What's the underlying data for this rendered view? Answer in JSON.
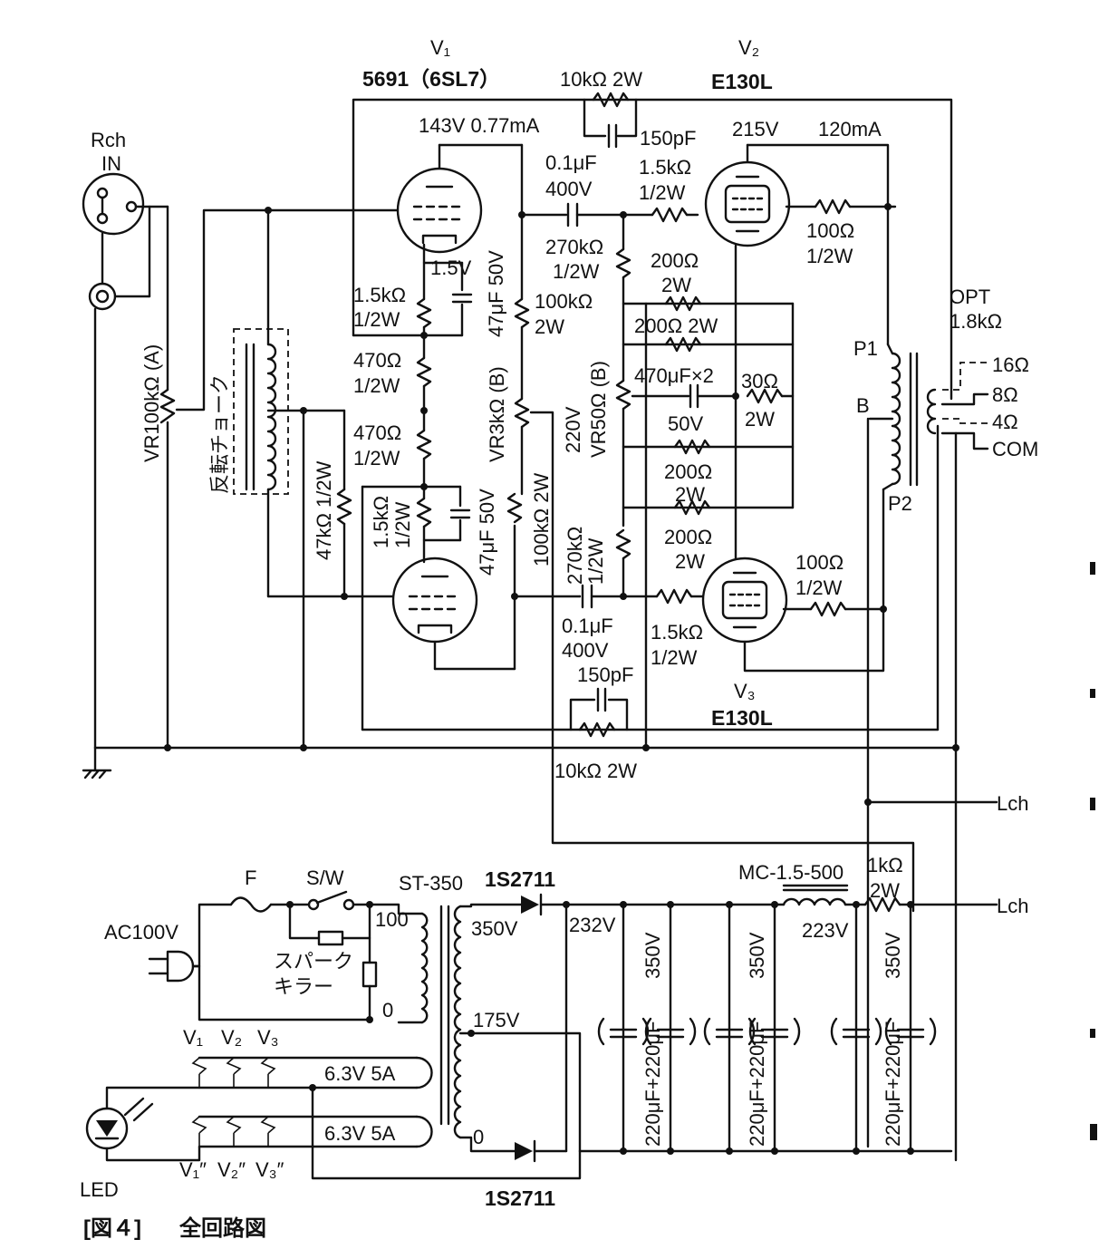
{
  "figure": {
    "caption_num": "[図４]",
    "caption_text": "全回路図"
  },
  "tubes": {
    "v1_label": "V₁",
    "v1_type": "5691（6SL7）",
    "v2_label": "V₂",
    "v2_type": "E130L",
    "v3_label": "V₃",
    "v3_type": "E130L"
  },
  "input": {
    "channel": "Rch",
    "in": "IN",
    "volume": "VR100kΩ (A)",
    "choke": "反転チョーク"
  },
  "labels": {
    "fb_top_r": "10kΩ  2W",
    "fb_top_c": "150pF",
    "v1_plate": "143V  0.77mA",
    "c_top": "0.1μF",
    "c_top_v": "400V",
    "rg_top": "1.5kΩ",
    "rg_top_w": "1/2W",
    "v2_v": "215V",
    "v2_i": "120mA",
    "rs_top": "100Ω",
    "rs_top_w": "1/2W",
    "rk1": "1.5kΩ",
    "rk1_w": "1/2W",
    "v15": "1.5V",
    "ck1": "47μF 50V",
    "r100k_top": "100kΩ",
    "r100k_top_w": "2W",
    "r270_top": "270kΩ",
    "r270_top_w": "1/2W",
    "r200_a": "200Ω",
    "r200_a_w": "2W",
    "r200_b": "200Ω 2W",
    "r470a": "470Ω",
    "r470a_w": "1/2W",
    "r470b": "470Ω",
    "r470b_w": "1/2W",
    "vr3k": "VR3kΩ (B)",
    "v220": "220V",
    "vr50": "VR50Ω (B)",
    "c470": "470μF×2",
    "c470_v": "50V",
    "r30": "30Ω",
    "r30_w": "2W",
    "r200_c": "200Ω",
    "r200_c_w": "2W",
    "r200_d": "200Ω",
    "r200_d_w": "2W",
    "r47k": "47kΩ 1/2W",
    "rk2": "1.5kΩ",
    "rk2_w": "1/2W",
    "ck2": "47μF 50V",
    "r100k_bot": "100kΩ 2W",
    "r270_bot": "270kΩ",
    "r270_bot_w": "1/2W",
    "c_bot": "0.1μF",
    "c_bot_v": "400V",
    "rg_bot": "1.5kΩ",
    "rg_bot_w": "1/2W",
    "rs_bot": "100Ω",
    "rs_bot_w": "1/2W",
    "fb_bot_c": "150pF",
    "fb_bot_r": "10kΩ 2W",
    "opt": "OPT",
    "opt_z": "1.8kΩ",
    "p1": "P1",
    "b": "B",
    "p2": "P2",
    "t16": "16Ω",
    "t8": "8Ω",
    "t4": "4Ω",
    "tcom": "COM",
    "lch1": "Lch",
    "lch2": "Lch"
  },
  "power": {
    "ac": "AC100V",
    "fuse": "F",
    "switch": "S/W",
    "spark1": "スパーク",
    "spark2": "キラー",
    "trans": "ST-350",
    "tap100": "100",
    "tap0_pri": "0",
    "tap350": "350V",
    "tap175": "175V",
    "tap0": "0",
    "diode_top": "1S2711",
    "diode_bot": "1S2711",
    "b232": "232V",
    "choke": "MC-1.5-500",
    "b223": "223V",
    "r1k": "1kΩ",
    "r1k_w": "2W",
    "cap_v": "350V",
    "cap_v2": "350V",
    "cap_v3": "350V",
    "cap_val": "220μF+220μF",
    "cap_val2": "220μF+220μF",
    "cap_val3": "220μF+220μF",
    "heater1": "6.3V 5A",
    "heater2": "6.3V 5A",
    "hv1": "V₁",
    "hv2": "V₂",
    "hv3": "V₃",
    "hv1b": "V₁″",
    "hv2b": "V₂″",
    "hv3b": "V₃″",
    "led": "LED"
  }
}
